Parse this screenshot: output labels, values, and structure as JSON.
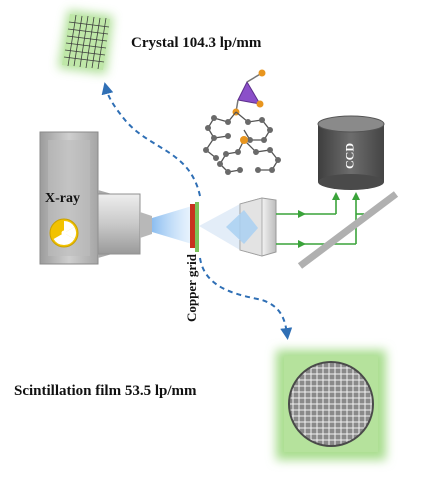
{
  "labels": {
    "crystal": "Crystal  104.3 lp/mm",
    "xray": "X-ray",
    "ccd": "CCD",
    "copper_grid": "Copper grid",
    "scintillation": "Scintillation film  53.5 lp/mm"
  },
  "colors": {
    "green_glow": "#a8dd8e",
    "grid_line": "#3c3c3c",
    "arrow_blue": "#2f6fb5",
    "beam_green": "#3aa33a",
    "xray_body": "#b5b5b5",
    "ccd_body": "#5a5a5a",
    "grid_red": "#c8321e",
    "radiation_yellow": "#f2c200",
    "molecule_purple": "#8b4fc9",
    "molecule_orange": "#e8951e"
  },
  "icons": [
    "radiation-icon",
    "molecule-structure-icon",
    "lens-icon",
    "mirror-icon"
  ]
}
